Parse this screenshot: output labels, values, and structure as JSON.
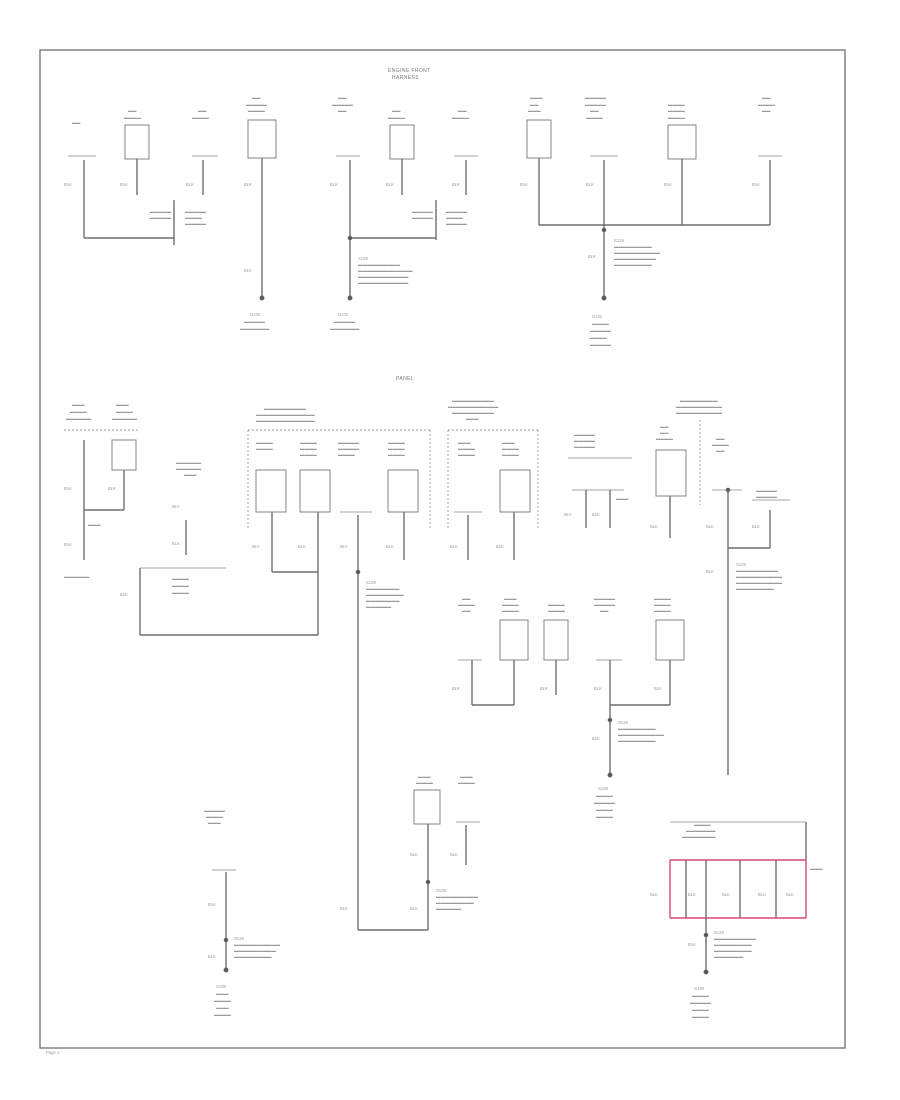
{
  "sections": {
    "front": "ENGINE FRONT",
    "front_sub": "HARNESS",
    "middle": "PANEL"
  },
  "labels": {
    "splice": "S129",
    "ground_g100": "G100",
    "ground_g101": "G101",
    "ground_g102": "G102",
    "ground_g200": "G200",
    "ground_g201": "G201",
    "ground_g300": "G300",
    "ground_g400": "G400",
    "wire_blk": "BLK",
    "page_mark": "Page 1"
  },
  "colors": {
    "wire": "#6e6e6e",
    "highlight": "#d9477f"
  }
}
